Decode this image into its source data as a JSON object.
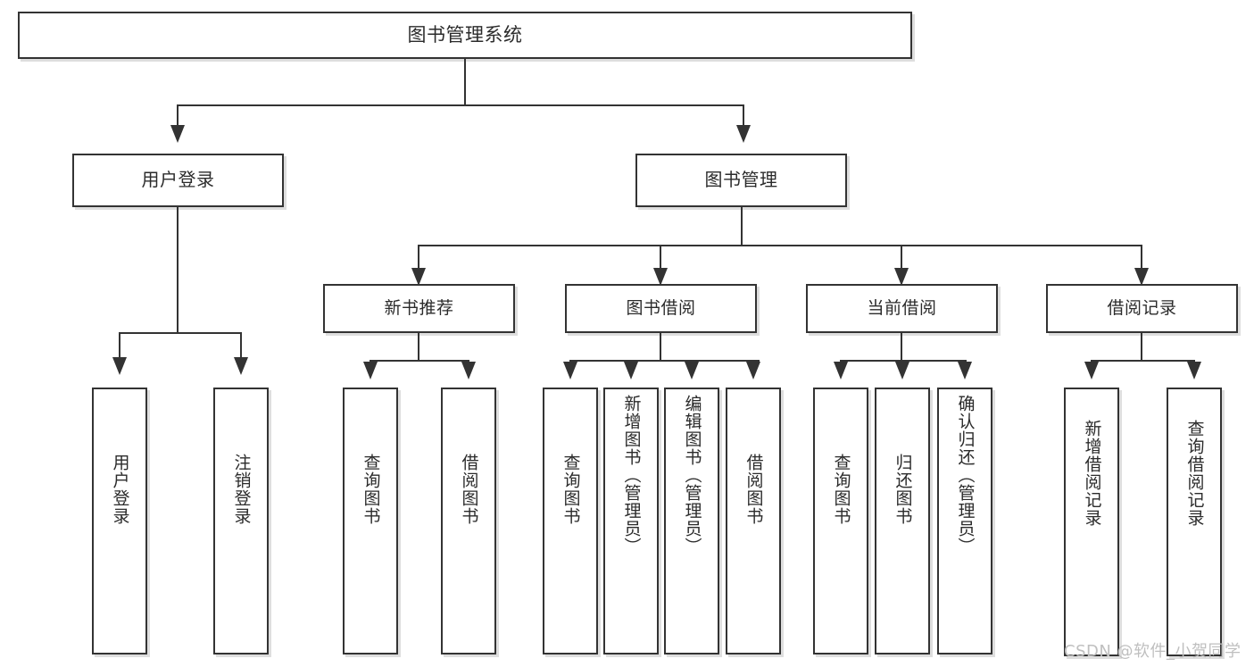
{
  "diagram": {
    "type": "tree-hierarchy",
    "title": "图书管理系统",
    "root": {
      "id": "root",
      "label": "图书管理系统"
    },
    "level1": [
      {
        "id": "user-login",
        "label": "用户登录"
      },
      {
        "id": "book-manage",
        "label": "图书管理"
      }
    ],
    "level2": [
      {
        "id": "new-book-rec",
        "label": "新书推荐",
        "parent": "book-manage"
      },
      {
        "id": "book-borrow",
        "label": "图书借阅",
        "parent": "book-manage"
      },
      {
        "id": "current-borrow",
        "label": "当前借阅",
        "parent": "book-manage"
      },
      {
        "id": "borrow-record",
        "label": "借阅记录",
        "parent": "book-manage"
      }
    ],
    "leaves": [
      {
        "id": "leaf-user-login",
        "label": "用户登录",
        "parent": "user-login"
      },
      {
        "id": "leaf-logout-login",
        "label": "注销登录",
        "parent": "user-login"
      },
      {
        "id": "leaf-query-book-1",
        "label": "查询图书",
        "parent": "new-book-rec"
      },
      {
        "id": "leaf-borrow-book-1",
        "label": "借阅图书",
        "parent": "new-book-rec"
      },
      {
        "id": "leaf-query-book-2",
        "label": "查询图书",
        "parent": "book-borrow"
      },
      {
        "id": "leaf-add-book",
        "label": "新增图书（管理员）",
        "parent": "book-borrow"
      },
      {
        "id": "leaf-edit-book",
        "label": "编辑图书（管理员）",
        "parent": "book-borrow"
      },
      {
        "id": "leaf-borrow-book-2",
        "label": "借阅图书",
        "parent": "book-borrow"
      },
      {
        "id": "leaf-query-book-3",
        "label": "查询图书",
        "parent": "current-borrow"
      },
      {
        "id": "leaf-return-book",
        "label": "归还图书",
        "parent": "current-borrow"
      },
      {
        "id": "leaf-confirm-return",
        "label": "确认归还（管理员）",
        "parent": "current-borrow"
      },
      {
        "id": "leaf-add-record",
        "label": "新增借阅记录",
        "parent": "borrow-record"
      },
      {
        "id": "leaf-query-record",
        "label": "查询借阅记录",
        "parent": "borrow-record"
      }
    ],
    "colors": {
      "border": "#333333",
      "background": "#ffffff",
      "text": "#2b2b2b",
      "watermark": "#bfbfbf"
    }
  },
  "watermark": {
    "text": "CSDN @软件_小贺同学"
  }
}
